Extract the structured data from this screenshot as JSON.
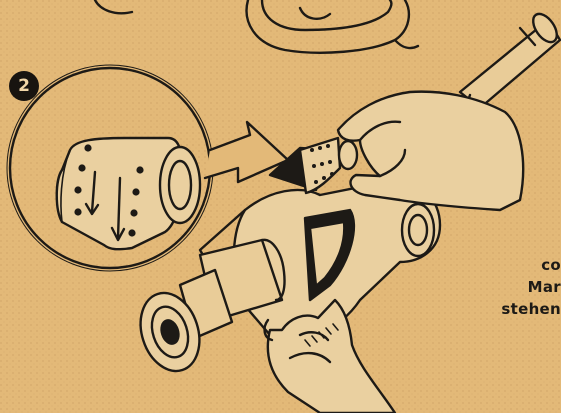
{
  "step": {
    "number": "2"
  },
  "caption": {
    "line1": "co",
    "line2": "Mar",
    "line3": "stehen"
  },
  "colors": {
    "paper": "#e3b978",
    "ink": "#1d1a16",
    "shading": "#b98a52"
  }
}
